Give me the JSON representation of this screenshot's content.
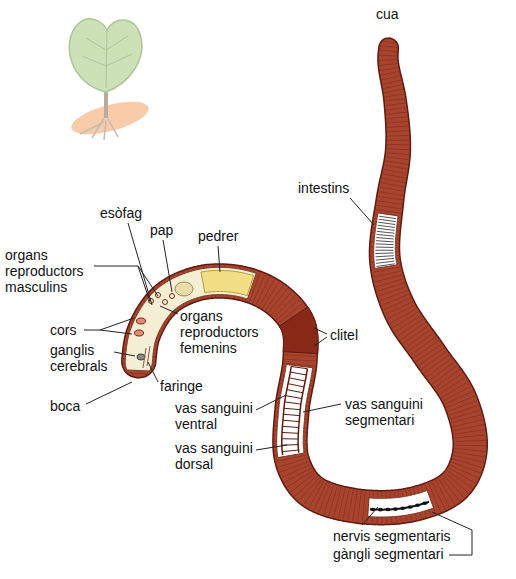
{
  "diagram": {
    "labels": [
      "cua",
      "intestins",
      "esòfag",
      "pap",
      "pedrer",
      "organs reproductors masculins",
      "cors",
      "organs reproductors femenins",
      "ganglis cerebrals",
      "clitel",
      "faringe",
      "boca",
      "vas sanguini ventral",
      "vas sanguini segmentari",
      "vas sanguini dorsal",
      "nervis segmentaris",
      "gàngli segmentari"
    ]
  }
}
